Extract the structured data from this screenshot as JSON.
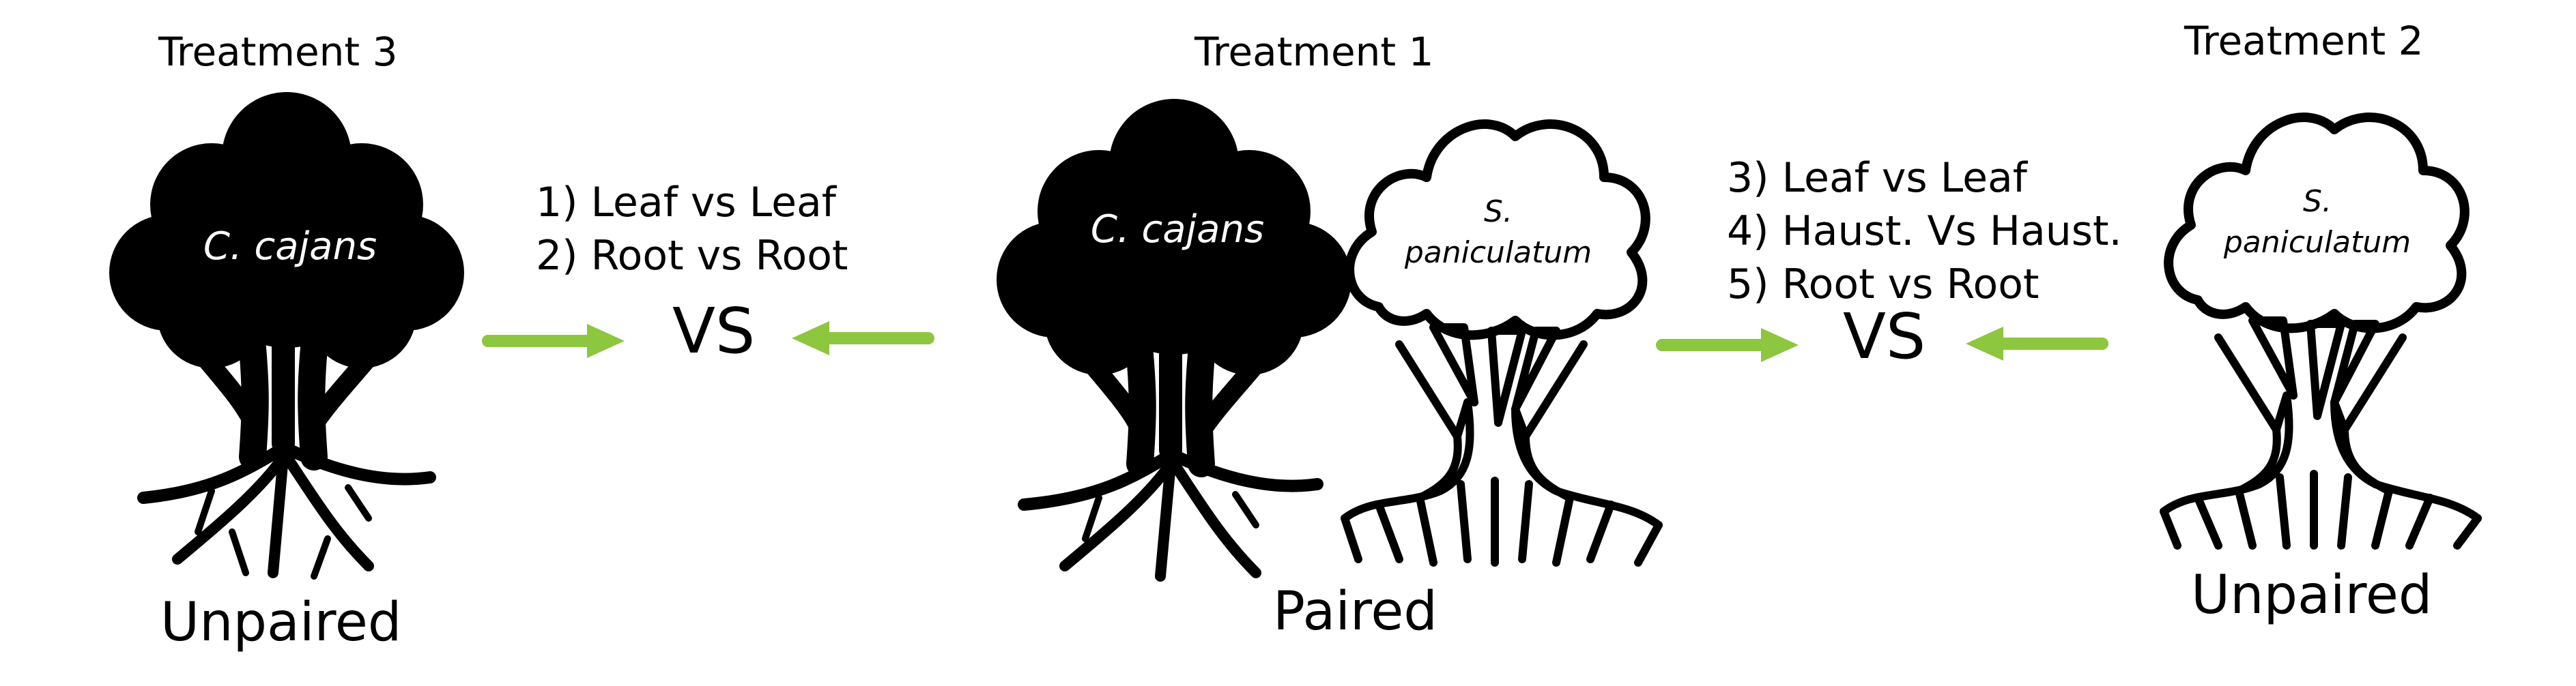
{
  "treatments": {
    "t3": {
      "heading": "Treatment 3",
      "species": "C. cajans",
      "label": "Unpaired"
    },
    "t1": {
      "heading": "Treatment 1",
      "species_left": "C. cajans",
      "species_right_line1": "S.",
      "species_right_line2": "paniculatum",
      "label": "Paired"
    },
    "t2": {
      "heading": "Treatment 2",
      "species_line1": "S.",
      "species_line2": "paniculatum",
      "label": "Unpaired"
    }
  },
  "comparisons": {
    "left": {
      "items": [
        "1) Leaf vs Leaf",
        "2) Root vs Root"
      ],
      "vs": "VS"
    },
    "right": {
      "items": [
        "3) Leaf vs Leaf",
        "4) Haust. Vs Haust.",
        "5) Root vs Root"
      ],
      "vs": "VS"
    }
  },
  "colors": {
    "arrow": "#8dc63f",
    "solid_tree": "#000000",
    "outline_tree": "#000000"
  },
  "icons": {
    "solid_tree": "tree-silhouette",
    "outline_tree": "tree-outline",
    "arrow": "arrow"
  }
}
